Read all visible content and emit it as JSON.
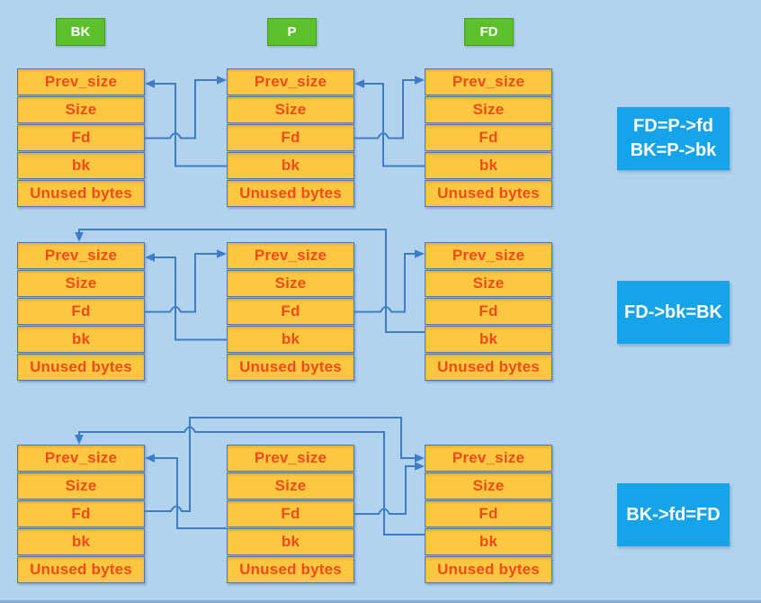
{
  "colors": {
    "background": "#b2d3ee",
    "chunk-fill": "#fdc742",
    "chunk-border": "#4f7ba8",
    "chunk-text": "#f14b16",
    "arrow": "#3e7dc5",
    "badge-fill": "#5cc02a",
    "badge-text": "#ffffff",
    "step-fill": "#15a3e9",
    "step-text": "#ffffff",
    "bottom-edge": "#84a9cf"
  },
  "chunk_fields": [
    "Prev_size",
    "Size",
    "Fd",
    "bk",
    "Unused bytes"
  ],
  "badges": [
    {
      "label": "BK"
    },
    {
      "label": "P"
    },
    {
      "label": "FD"
    }
  ],
  "steps": [
    {
      "lines": [
        "FD=P->fd",
        "BK=P->bk"
      ]
    },
    {
      "lines": [
        "FD->bk=BK"
      ]
    },
    {
      "lines": [
        "BK->fd=FD"
      ]
    }
  ]
}
